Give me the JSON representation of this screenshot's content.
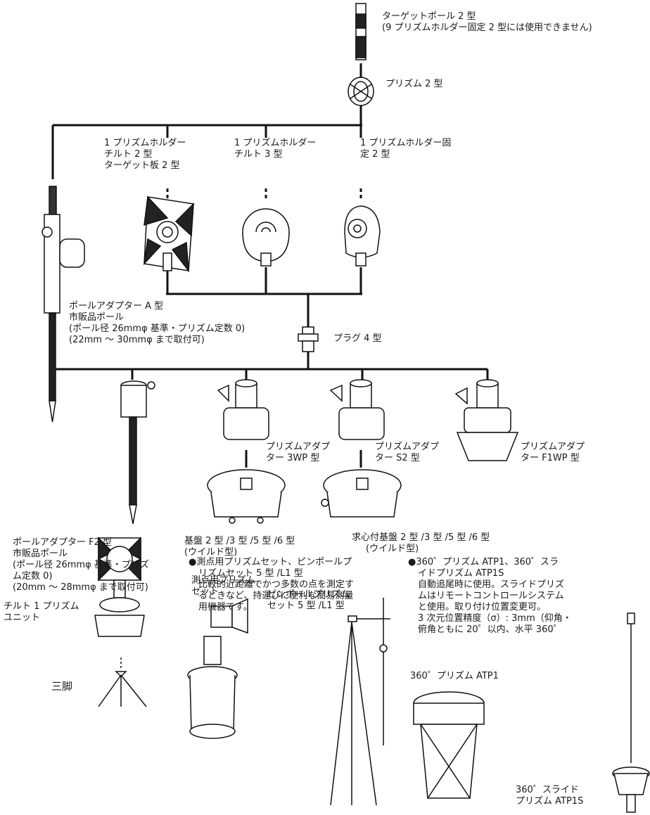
{
  "labels": {
    "target_pole": [
      "ターゲットポール 2 型",
      "(9 プリズムホルダー固定 2 型には使用できません)"
    ],
    "prism2": "プリズム 2 型",
    "holder_tilt2": [
      "1 プリズムホルダー",
      "チルト 2 型",
      "ターゲット板 2 型"
    ],
    "holder_tilt3": [
      "1 プリズムホルダー",
      "チルト 3 型"
    ],
    "holder_fixed2": [
      "1 プリズムホルダー固",
      "定 2 型"
    ],
    "pole_adapter_a": [
      "ポールアダプター A 型",
      "市販品ポール",
      "(ポール径 26mmφ 基準・プリズム定数 0)",
      "(22mm ～ 30mmφ まで取付可)"
    ],
    "plug4": "プラグ 4 型",
    "adapter_3wp": [
      "プリズムアダプ",
      "ター 3WP 型"
    ],
    "adapter_s2": [
      "プリズムアダプ",
      "ター S2 型"
    ],
    "adapter_f1wp": [
      "プリズムアダプ",
      "ター F1WP 型"
    ],
    "pole_adapter_f2": [
      "ポールアダプター F2 型",
      "市販品ポール",
      "(ポール径 26mmφ 基準・プリズ",
      "ム定数 0)",
      "(20mm ～ 28mmφ まで取付可)"
    ],
    "base": [
      "基盤 2 型 /3 型 /5 型 /6 型",
      "(ウイルド型)"
    ],
    "centering_base": [
      "求心付基盤 2 型 /3 型 /5 型 /6 型",
      "(ウイルド型)"
    ],
    "survey_set_desc": [
      "●測点用プリズムセット、ピンポールプ",
      "リズムセット 5 型 /L1 型",
      "比較的近距離でかつ多数の点を測定す",
      "るときなど、持運びに便利な簡易測量",
      "用機器です。"
    ],
    "atp_desc": [
      "●360゜プリズム ATP1、360゜スラ",
      "イドプリズム ATP1S",
      "自動追尾時に使用。スライドプリズ",
      "ムはリモートコントロールシステム",
      "と使用。取り付け位置変更可。",
      "3 次元位置精度（σ）: 3mm（仰角・",
      "俯角ともに 20゜以内、水平 360゜"
    ],
    "survey_prism_set": [
      "測点用プリズム",
      "セット"
    ],
    "pin_pole_set": [
      "ピンポールプリズム",
      "セット 5 型 /L1 型"
    ],
    "tilt1_unit": [
      "チルト 1 プリズム",
      "ユニット"
    ],
    "tripod": "三脚",
    "atp1": "360゜プリズム ATP1",
    "atp1s": [
      "360゜スライド",
      "プリズム ATP1S"
    ]
  }
}
